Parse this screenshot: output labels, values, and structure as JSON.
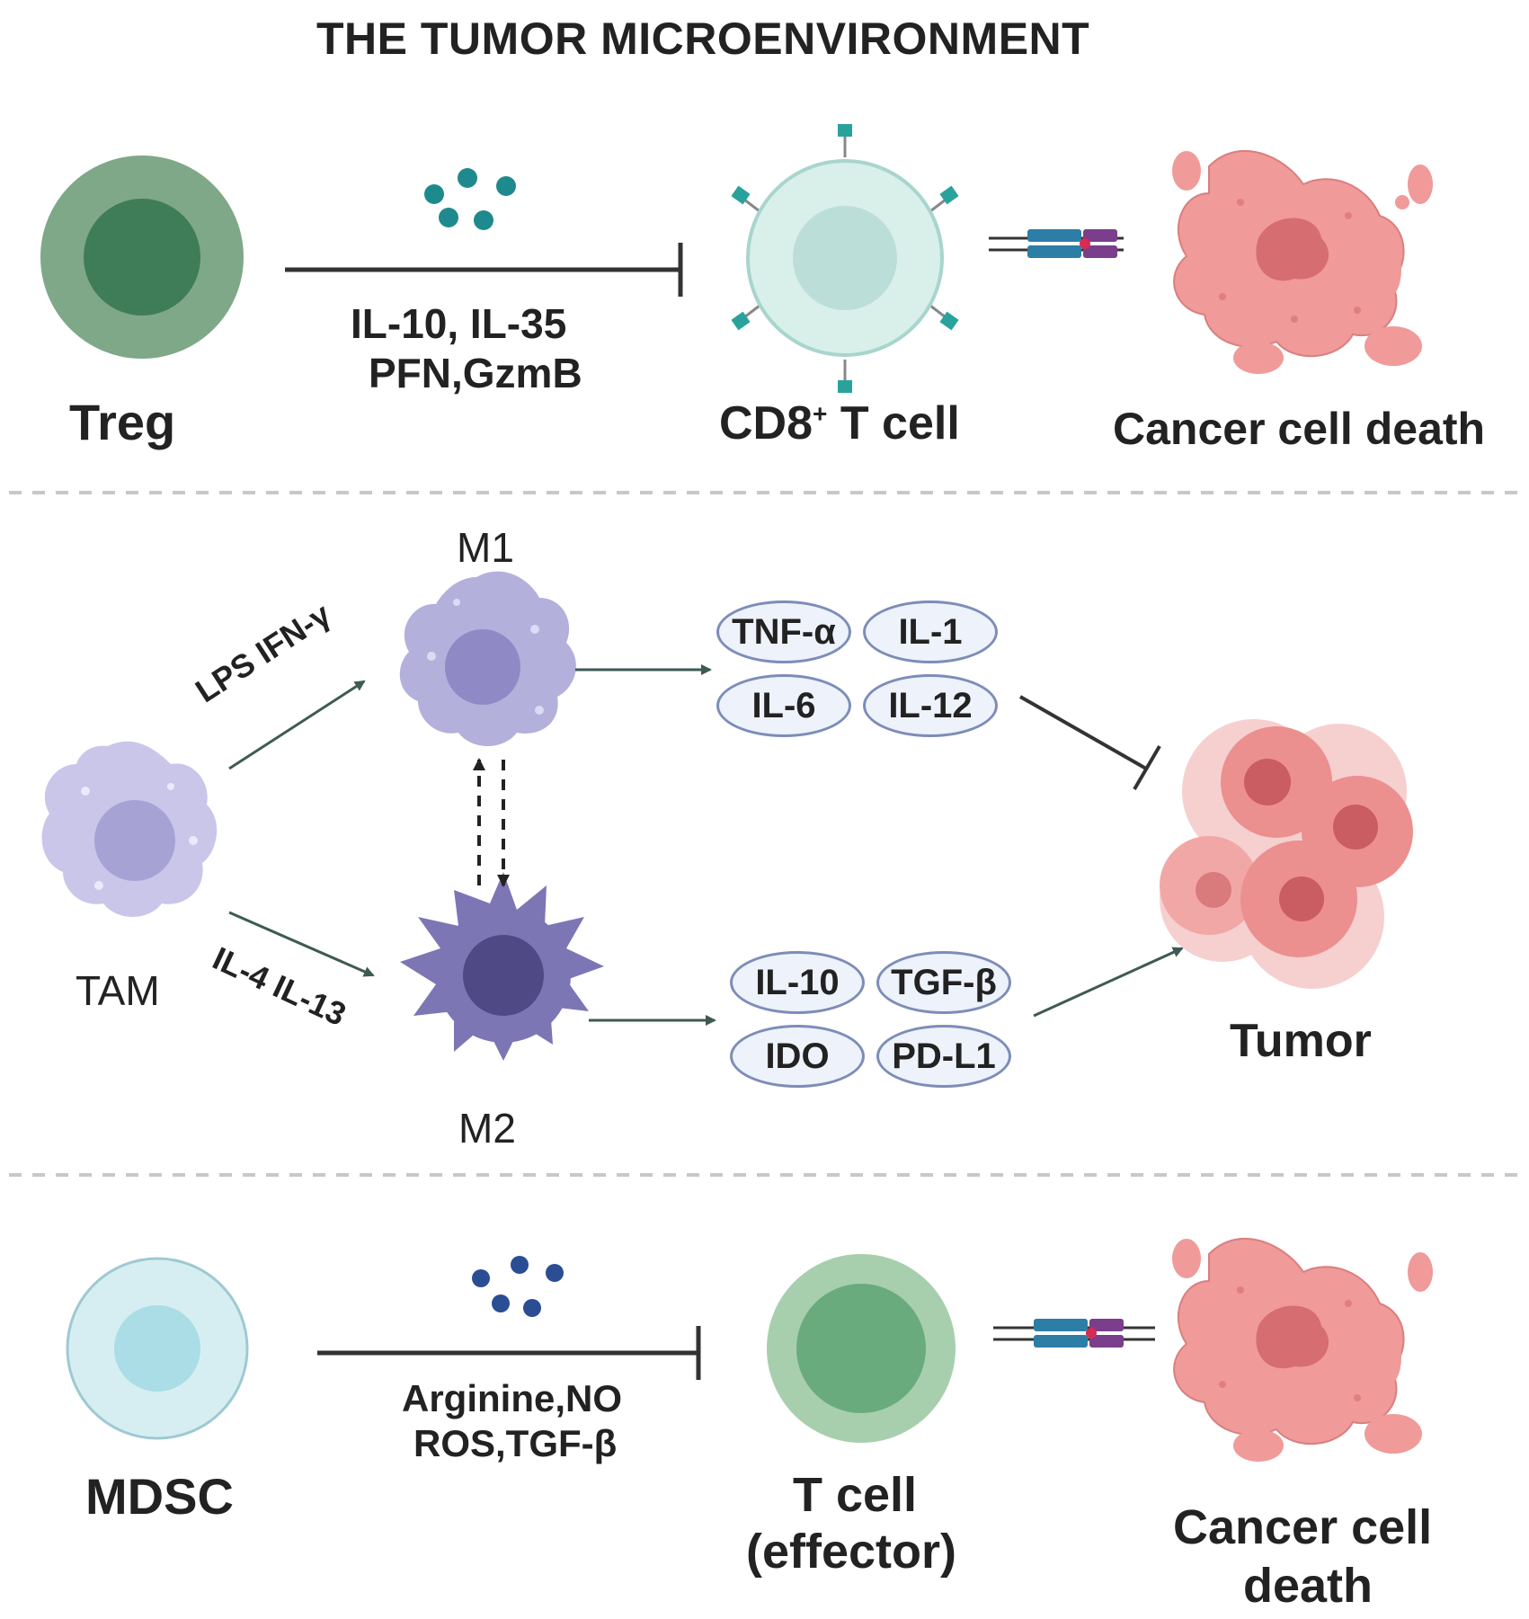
{
  "title": "THE TUMOR MICROENVIRONMENT",
  "row1": {
    "treg_label": "Treg",
    "cytokines_line1": "IL-10,  IL-35",
    "cytokines_line2": "PFN,GzmB",
    "cd8_label_main": "CD8",
    "cd8_label_sup": "+",
    "cd8_label_rest": " T cell",
    "death_label": "Cancer cell death"
  },
  "row2": {
    "tam_label": "TAM",
    "m1_label": "M1",
    "m2_label": "M2",
    "m1_stimuli": "LPS  IFN-γ",
    "m2_stimuli": "IL-4 IL-13",
    "m1_cytokines": [
      "TNF-α",
      "IL-1",
      "IL-6",
      "IL-12"
    ],
    "m2_cytokines": [
      "IL-10",
      "TGF-β",
      "IDO",
      "PD-L1"
    ],
    "tumor_label": "Tumor"
  },
  "row3": {
    "mdsc_label": "MDSC",
    "factors_line1": "Arginine,NO",
    "factors_line2": "ROS,TGF-β",
    "tcell_line1": "T cell",
    "tcell_line2": "(effector)",
    "death_line1": "Cancer cell",
    "death_line2": "death"
  },
  "colors": {
    "treg_outer": "#7fa888",
    "treg_inner": "#3f7d58",
    "cd8": "#d8efea",
    "cancer": "#f09a9a",
    "m1": "#b3b0dc",
    "m2": "#7c76b5",
    "mdsc": "#d6eef2",
    "tcell_outer": "#a7cfad",
    "tcell_inner": "#6aab7e",
    "cytokine_teal": "#1f8a8d",
    "cytokine_blue": "#2a4d94",
    "pill_border": "#7d8db8"
  }
}
